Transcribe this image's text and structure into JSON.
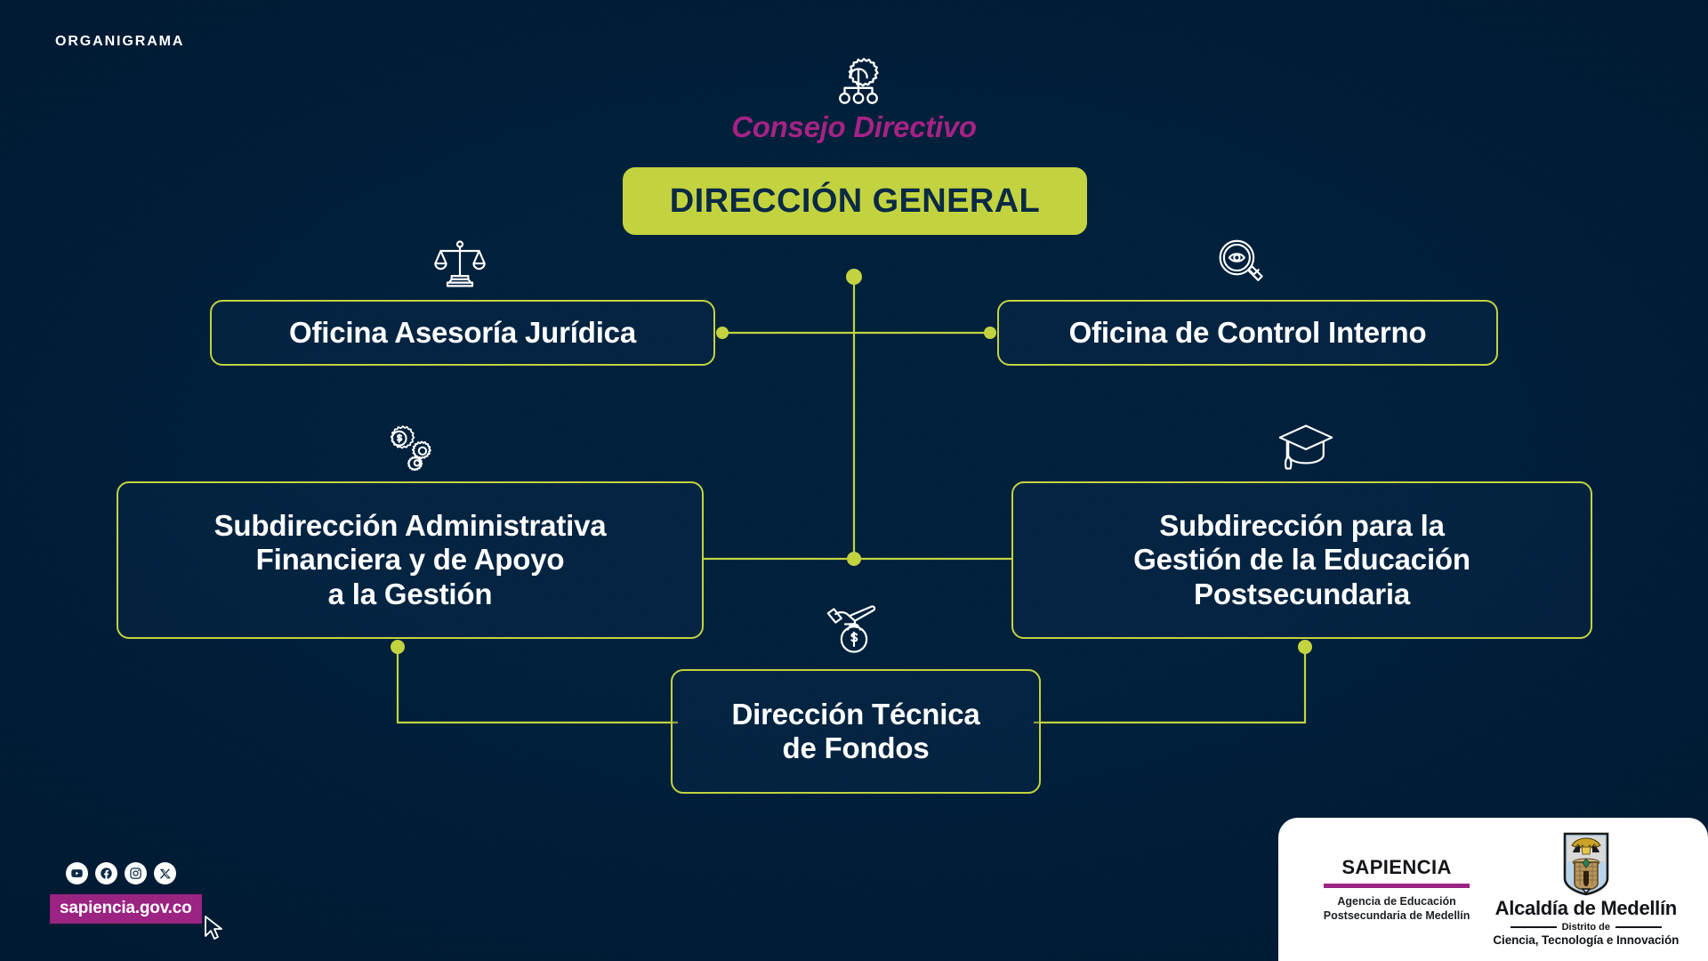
{
  "page": {
    "kicker": "ORGANIGRAMA",
    "colors": {
      "background_dark": "#00203c",
      "background_mid": "#173a5e",
      "accent_lime": "#c3d33f",
      "accent_magenta": "#a52384",
      "text_white": "#ffffff",
      "text_navy": "#0b2a45"
    }
  },
  "chart": {
    "consejo": {
      "label": "Consejo Directivo",
      "icon": "org-hierarchy-gear-icon"
    },
    "nodes": [
      {
        "id": "general",
        "label": "DIRECCIÓN GENERAL",
        "style": "filled",
        "icon": "org-hierarchy-gear-icon"
      },
      {
        "id": "juridica",
        "label": "Oficina Asesoría Jurídica",
        "style": "outline",
        "icon": "scales-of-justice-icon"
      },
      {
        "id": "control",
        "label": "Oficina de Control Interno",
        "style": "outline",
        "icon": "magnifier-eye-icon"
      },
      {
        "id": "admin",
        "lines": [
          "Subdirección Administrativa",
          "Financiera y de Apoyo",
          "a la Gestión"
        ],
        "style": "outline",
        "icon": "gears-money-icon"
      },
      {
        "id": "educacion",
        "lines": [
          "Subdirección para la",
          "Gestión de la Educación",
          "Postsecundaria"
        ],
        "style": "outline",
        "icon": "graduation-cap-icon"
      },
      {
        "id": "fondos",
        "lines": [
          "Dirección Técnica",
          "de Fondos"
        ],
        "style": "outline",
        "icon": "hand-money-bag-icon"
      }
    ]
  },
  "footer": {
    "social": [
      {
        "name": "youtube",
        "glyph": "▶"
      },
      {
        "name": "facebook",
        "glyph": "f"
      },
      {
        "name": "instagram",
        "glyph": "◎"
      },
      {
        "name": "x-twitter",
        "glyph": "𝕏"
      }
    ],
    "website": "sapiencia.gov.co"
  },
  "logos": {
    "sapiencia": {
      "name": "SAPIENCIA",
      "sub_line1": "Agencia de Educación",
      "sub_line2": "Postsecundaria de Medellín"
    },
    "alcaldia": {
      "name": "Alcaldía de Medellín",
      "distrito": "Distrito de",
      "cti": "Ciencia, Tecnología e Innovación"
    }
  }
}
